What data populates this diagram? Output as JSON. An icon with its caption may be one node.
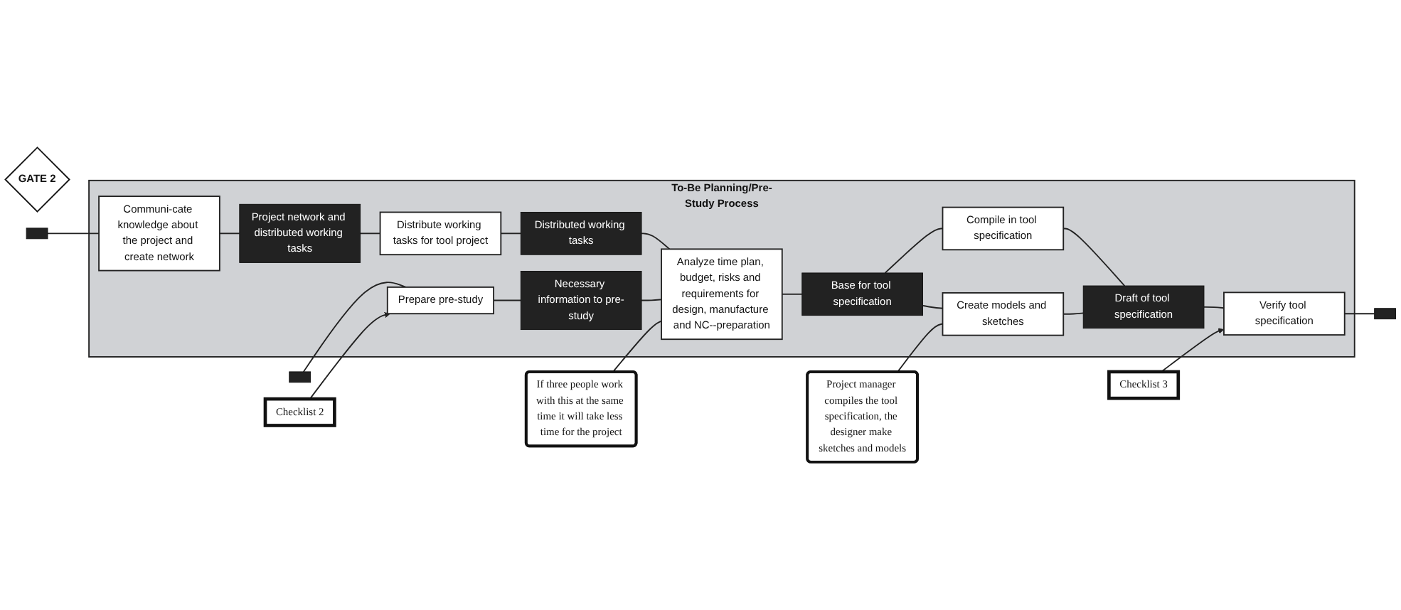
{
  "diagram": {
    "nodes": [
      {
        "text": [
          "To-Be Planning/Pre-Study Process"
        ]
      },
      {
        "text": [
          "GATE 2"
        ]
      },
      {
        "text": [],
        "shape": "box"
      },
      {
        "text": [],
        "shape": "box"
      },
      {
        "text": [
          "Communi-cate knowledge about the project and create network"
        ],
        "in": 0
      },
      {
        "text": [
          "Project network and distributed working tasks"
        ],
        "in": 0
      },
      {
        "text": [
          "Distribute working tasks for tool project"
        ],
        "in": 0
      },
      {
        "text": [
          "Distributed working tasks"
        ],
        "in": 0
      },
      {
        "text": [
          "Prepare pre-study"
        ],
        "in": 0
      },
      {
        "text": [
          "Necessary information to pre-study"
        ],
        "in": 0
      },
      {
        "text": [
          "Analyze time plan, budget, risks and requirements for design, manufacture and NC--preparation"
        ],
        "in": 0
      },
      {
        "text": [
          "Base for tool specification"
        ],
        "in": 0
      },
      {
        "text": [
          "Create models and sketches"
        ],
        "in": 0
      },
      {
        "text": [
          "Compile in tool specification"
        ],
        "in": 0
      },
      {
        "text": [
          "Draft of tool specification"
        ],
        "in": 0
      },
      {
        "text": [
          "Verify tool specification"
        ],
        "in": 0
      },
      {
        "text": [],
        "shape": "box"
      },
      {
        "text": [
          "Project manager compiles the tool specification, the designer make sketches and models"
        ]
      },
      {
        "text": [
          "If three people work with this at the same time it will take less time for the project"
        ]
      },
      {
        "text": [
          "Checklist 2"
        ]
      },
      {
        "text": [
          "Checklist 3"
        ]
      }
    ],
    "edges": [
      {
        "from": 2,
        "to": 4,
        "arrow": "none"
      },
      {
        "from": 3,
        "to": 8,
        "arrow": "none"
      },
      {
        "from": 4,
        "to": 5,
        "arrow": "none"
      },
      {
        "from": 5,
        "to": 6,
        "arrow": "none"
      },
      {
        "from": 6,
        "to": 7,
        "arrow": "none"
      },
      {
        "from": 7,
        "to": 10,
        "arrow": "none"
      },
      {
        "from": 8,
        "to": 9,
        "arrow": "none"
      },
      {
        "from": 9,
        "to": 10,
        "arrow": "none"
      },
      {
        "from": 10,
        "to": 11,
        "arrow": "none"
      },
      {
        "from": 11,
        "to": 12,
        "arrow": "none"
      },
      {
        "from": 11,
        "to": 13,
        "arrow": "none"
      },
      {
        "from": 12,
        "to": 14,
        "arrow": "none"
      },
      {
        "from": 13,
        "to": 14,
        "arrow": "none"
      },
      {
        "from": 14,
        "to": 15,
        "arrow": "none"
      },
      {
        "from": 15,
        "to": 16,
        "arrow": "none"
      },
      {
        "from": 17,
        "to": 12,
        "arrow": "none"
      },
      {
        "from": 18,
        "to": 10,
        "arrow": "none"
      },
      {
        "from": 19,
        "to": 8,
        "arrow": "to"
      },
      {
        "from": 20,
        "to": 15,
        "arrow": "to"
      }
    ]
  }
}
